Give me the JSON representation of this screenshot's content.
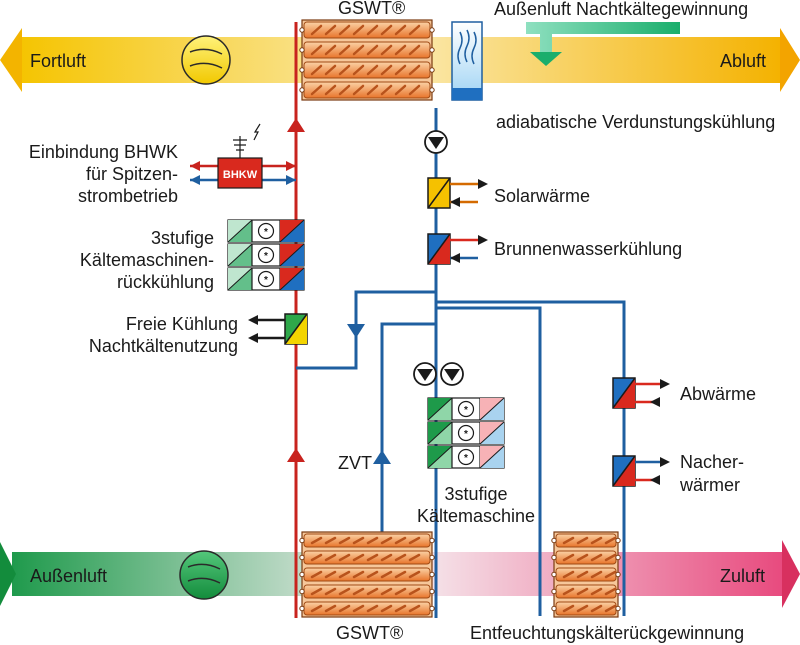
{
  "labels": {
    "gswt_top": "GSWT®",
    "gswt_bottom": "GSWT®",
    "fortluft": "Fortluft",
    "abluft": "Abluft",
    "aussenluft_nacht": "Außenluft Nachtkältegewinnung",
    "adiabatisch": "adiabatische Verdunstungskühlung",
    "bhwk_line1": "Einbindung BHWK",
    "bhwk_line2": "für Spitzen-",
    "bhwk_line3": "strombetrieb",
    "bhkw_box": "BHKW",
    "solar": "Solarwärme",
    "brunnen": "Brunnenwasserkühlung",
    "kaelte3_line1": "3stufige",
    "kaelte3_line2": "Kältemaschinen-",
    "kaelte3_line3": "rückkühlung",
    "freie_line1": "Freie Kühlung",
    "freie_line2": "Nachtkältenutzung",
    "abwaerme": "Abwärme",
    "nach_line1": "Nacher-",
    "nach_line2": "wärmer",
    "zvt": "ZVT",
    "km_line1": "3stufige",
    "km_line2": "Kältemaschine",
    "aussenluft": "Außenluft",
    "zuluft": "Zuluft",
    "entfeucht": "Entfeuchtungskälterückgewinnung"
  },
  "colors": {
    "pipe_red": "#c8231e",
    "pipe_blue": "#1f5fa0",
    "exhaust_yellow": "#f7c800",
    "supply_pink": "#e8457a",
    "outdoor_green": "#1e9a4a",
    "coil_orange": "#e8742a"
  }
}
